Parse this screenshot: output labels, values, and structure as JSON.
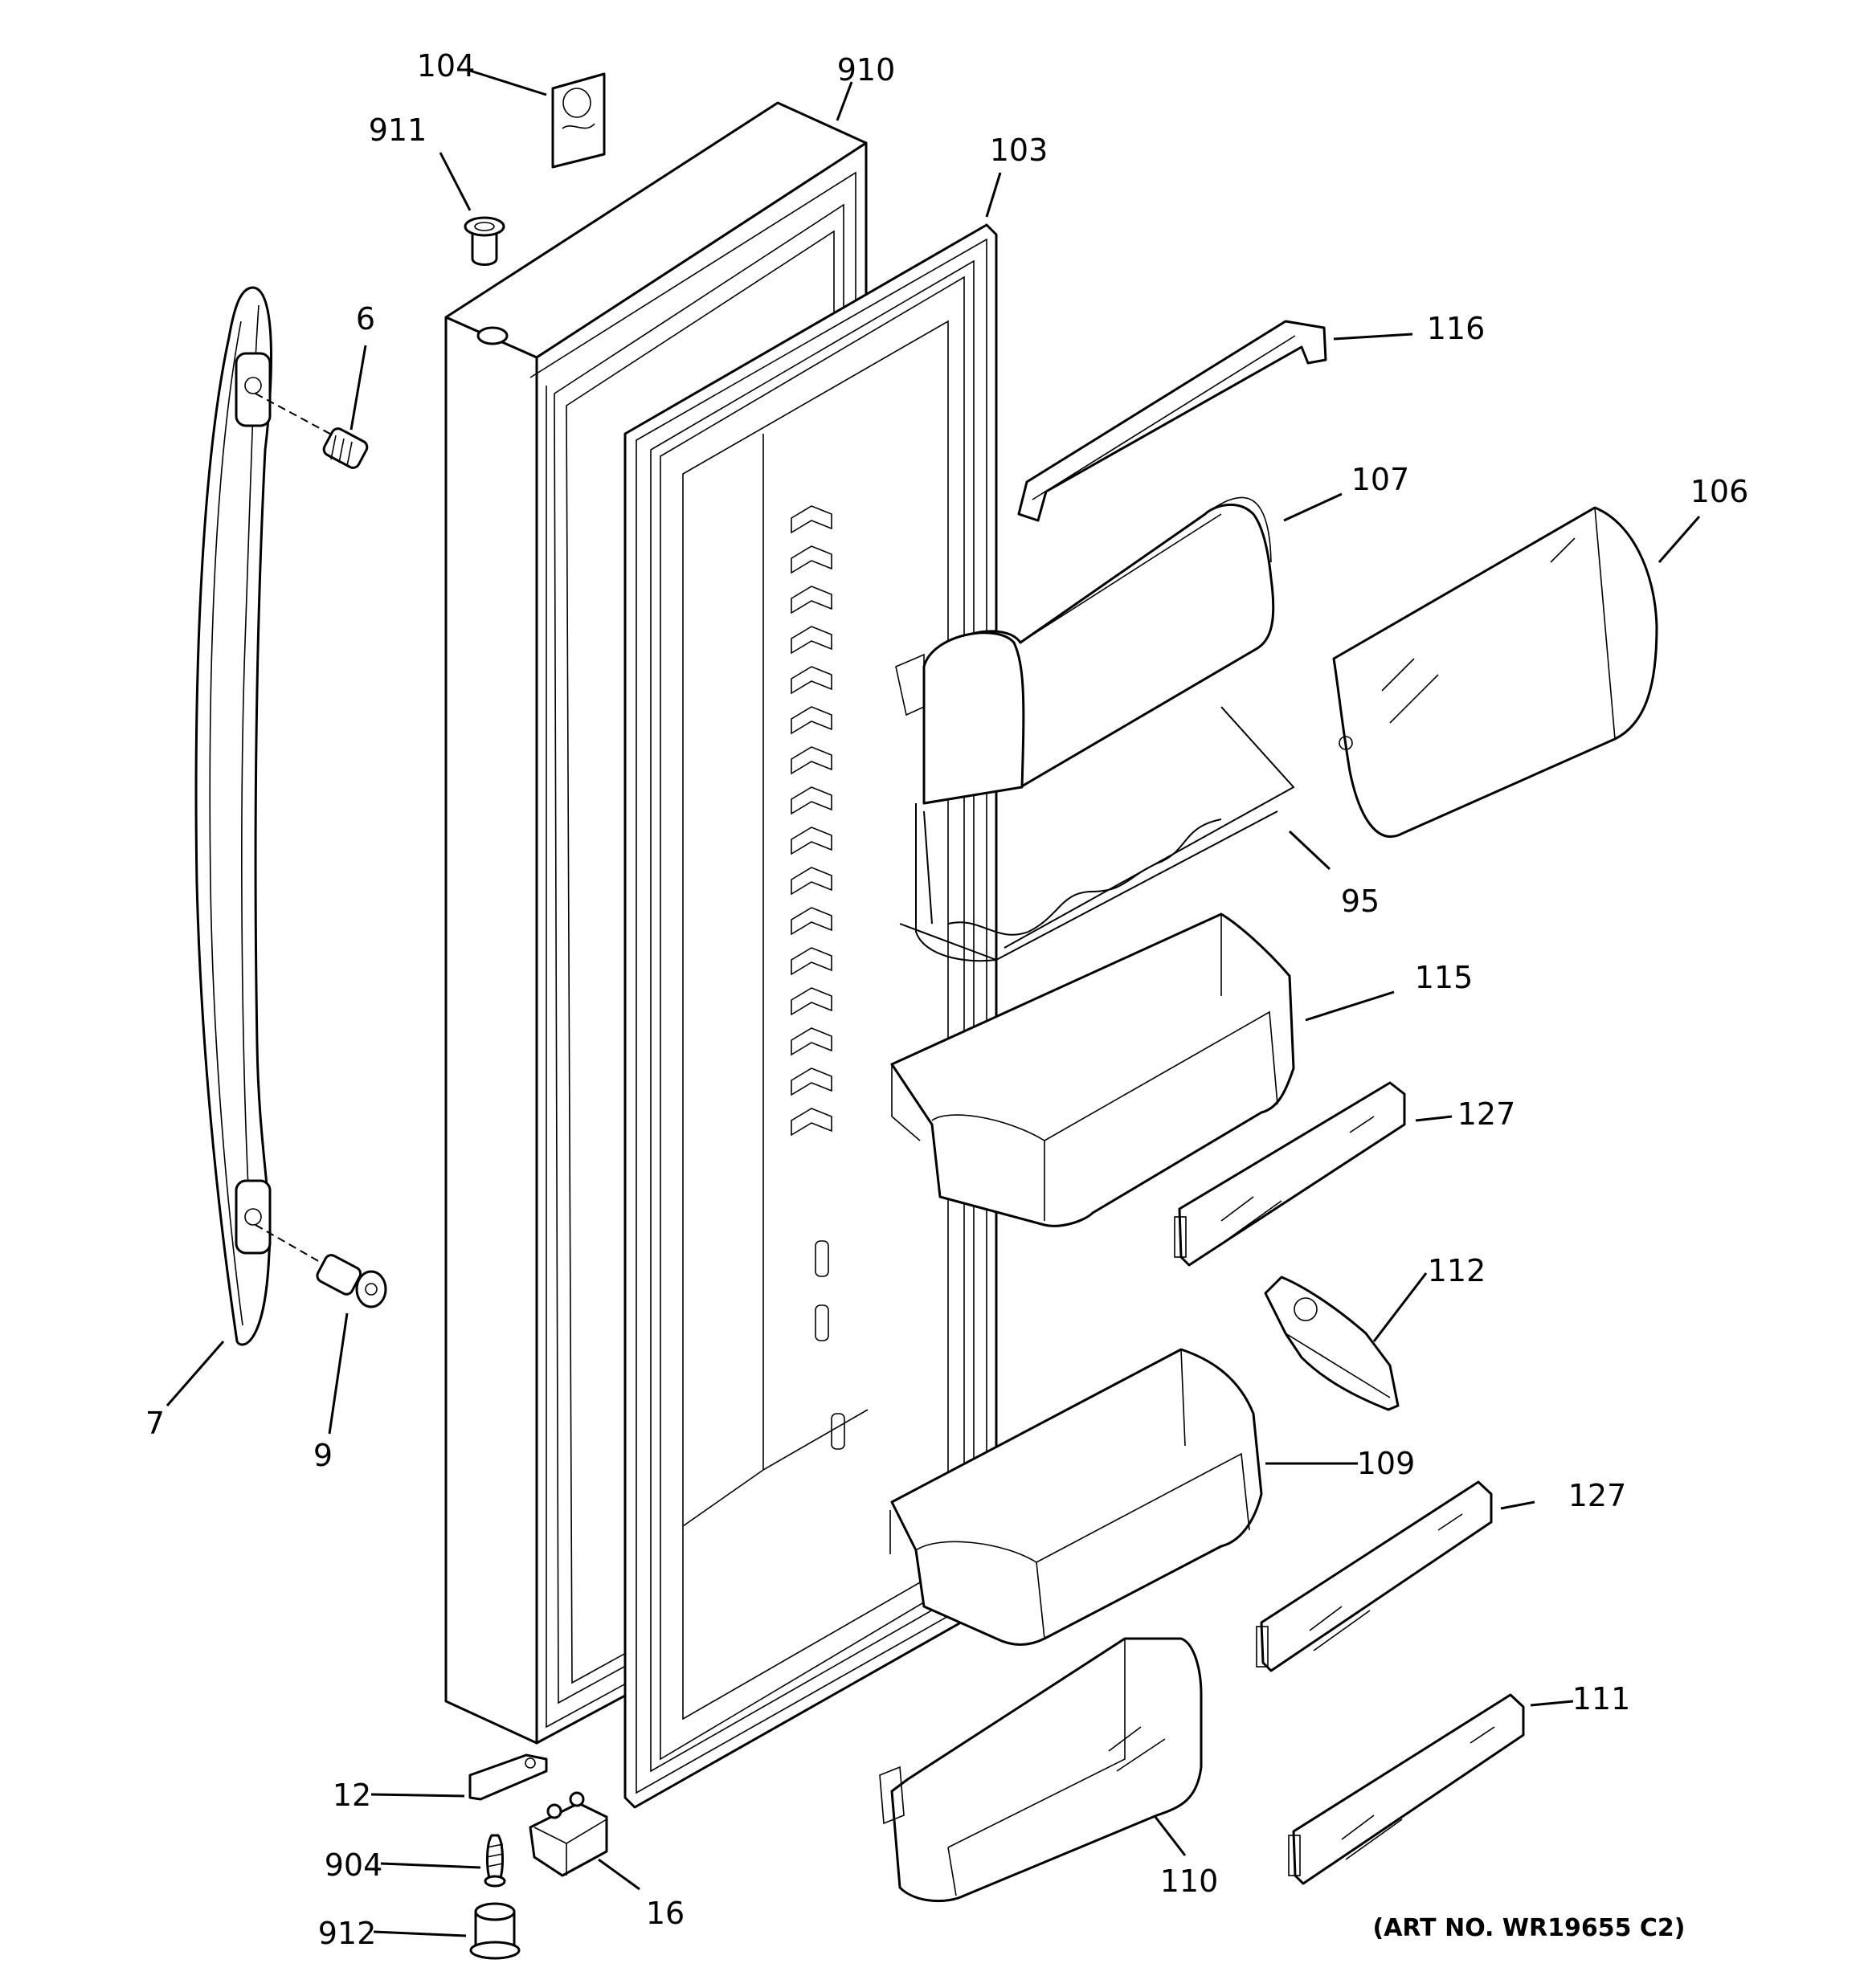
{
  "callouts": {
    "c104": "104",
    "c910": "910",
    "c911": "911",
    "c103": "103",
    "c6": "6",
    "c116": "116",
    "c107": "107",
    "c106": "106",
    "c95": "95",
    "c115": "115",
    "c127a": "127",
    "c112": "112",
    "c7": "7",
    "c9": "9",
    "c109": "109",
    "c127b": "127",
    "c111": "111",
    "c12": "12",
    "c904": "904",
    "c16": "16",
    "c110": "110",
    "c912": "912"
  },
  "art_number": "(ART NO. WR19655 C2)"
}
